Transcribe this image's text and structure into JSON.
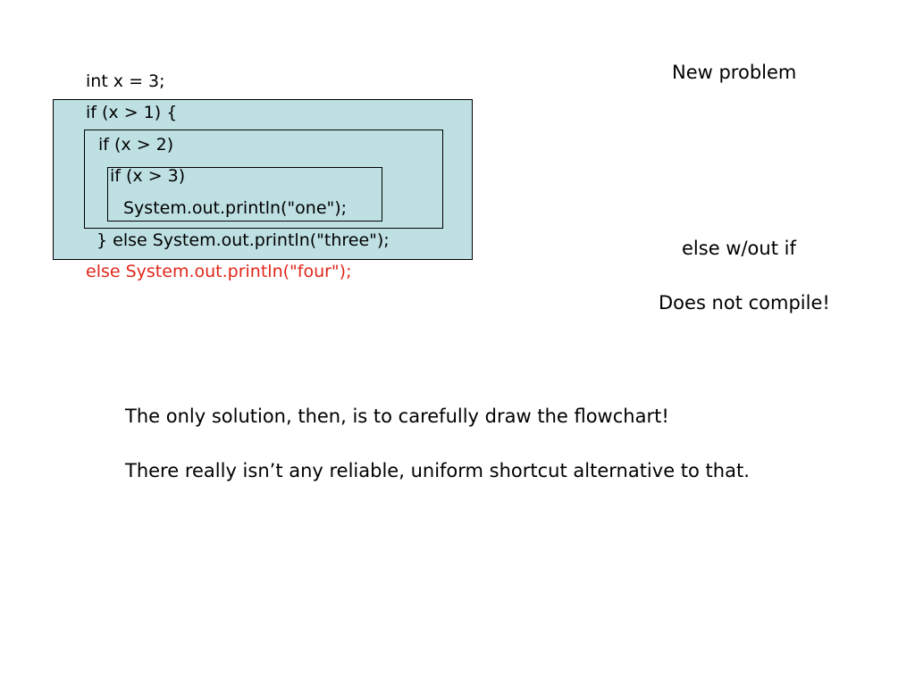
{
  "code": {
    "lines": [
      "int x = 3;",
      "if (x > 1) {",
      "if (x > 2)",
      "if (x > 3)",
      "System.out.println(\"one\");",
      "} else System.out.println(\"three\");",
      "else System.out.println(\"four\");"
    ],
    "highlight_color": "#e0261b",
    "outer_box_color": "#bfe0e3"
  },
  "side": {
    "title": "New problem",
    "note": "else w/out if",
    "result": "Does not compile!"
  },
  "body": {
    "line1": "The only solution, then, is to carefully draw the flowchart!",
    "line2": "There really isn’t any reliable, uniform shortcut alternative to that."
  }
}
